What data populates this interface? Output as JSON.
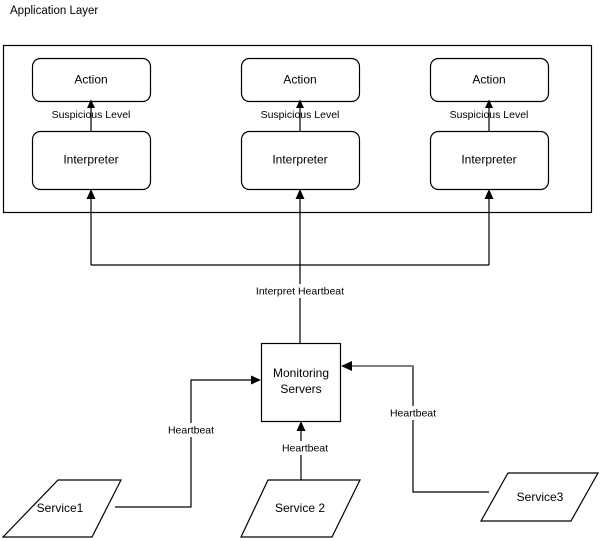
{
  "diagram": {
    "title": "Application Layer",
    "container": {
      "name": "application-layer-container"
    },
    "columns": [
      {
        "id": "col-1",
        "action_label": "Action",
        "interpreter_label": "Interpreter",
        "edge_label": "Suspicious Level"
      },
      {
        "id": "col-2",
        "action_label": "Action",
        "interpreter_label": "Interpreter",
        "edge_label": "Suspicious Level"
      },
      {
        "id": "col-3",
        "action_label": "Action",
        "interpreter_label": "Interpreter",
        "edge_label": "Suspicious Level"
      }
    ],
    "monitoring": {
      "line1": "Monitoring",
      "line2": "Servers"
    },
    "edges": {
      "interpret_heartbeat": "Interpret Heartbeat",
      "heartbeat_service1": "Heartbeat",
      "heartbeat_service2": "Heartbeat",
      "heartbeat_service3": "Heartbeat"
    },
    "services": [
      {
        "id": "service-1",
        "label": "Service1"
      },
      {
        "id": "service-2",
        "label": "Service 2"
      },
      {
        "id": "service-3",
        "label": "Service3"
      }
    ],
    "colors": {
      "stroke": "#000000",
      "fill": "#ffffff",
      "highlight_edge": "#808080"
    }
  }
}
